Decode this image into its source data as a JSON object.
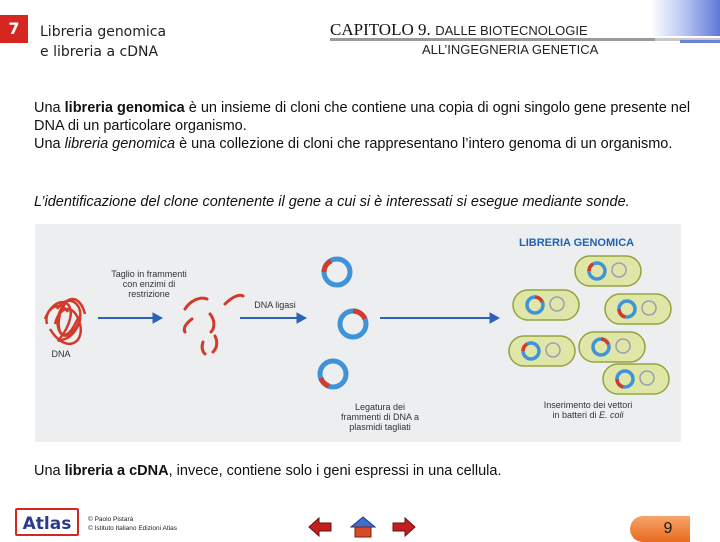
{
  "header": {
    "section_number": "7",
    "section_title_line1": "Libreria genomica",
    "section_title_line2": "e libreria a cDNA",
    "chapter_number": "CAPITOLO 9.",
    "chapter_title_line1": "DALLE BIOTECNOLOGIE",
    "chapter_title_line2": "ALL’INGEGNERIA GENETICA",
    "accent_color": "#d5261f"
  },
  "body": {
    "p1_pre": "Una ",
    "p1_bold": "libreria genomica",
    "p1_post": " è un insieme di cloni che contiene una copia di ogni singolo gene presente nel DNA di un particolare organismo.",
    "p1b_pre": "Una ",
    "p1b_italic": "libreria genomica",
    "p1b_post": " è una collezione di cloni che rappresentano l’intero genoma di un organismo.",
    "p2": "L’identificazione del clone contenente il gene a cui si è interessati si esegue mediante sonde.",
    "p3_pre": "Una ",
    "p3_bold": "libreria a cDNA",
    "p3_post": ", invece, contiene solo i geni espressi in una cellula."
  },
  "figure": {
    "title": "LIBRERIA GENOMICA",
    "label_cut": "Taglio in frammenti con enzimi di restrizione",
    "label_dna": "DNA",
    "label_ligase": "DNA ligasi",
    "label_ligation": "Legatura dei frammenti di DNA a plasmidi tagliati",
    "label_insert": "Inserimento dei vettori in batteri di",
    "label_species": "E. coli"
  },
  "footer": {
    "publisher_logo": "Atlas",
    "copyright_line1": "© Paolo Pistarà",
    "copyright_line2": "© Istituto Italiano Edizioni Atlas",
    "page_number": "9",
    "nav_icons": [
      "arrow-left-icon",
      "home-icon",
      "arrow-right-icon"
    ]
  }
}
